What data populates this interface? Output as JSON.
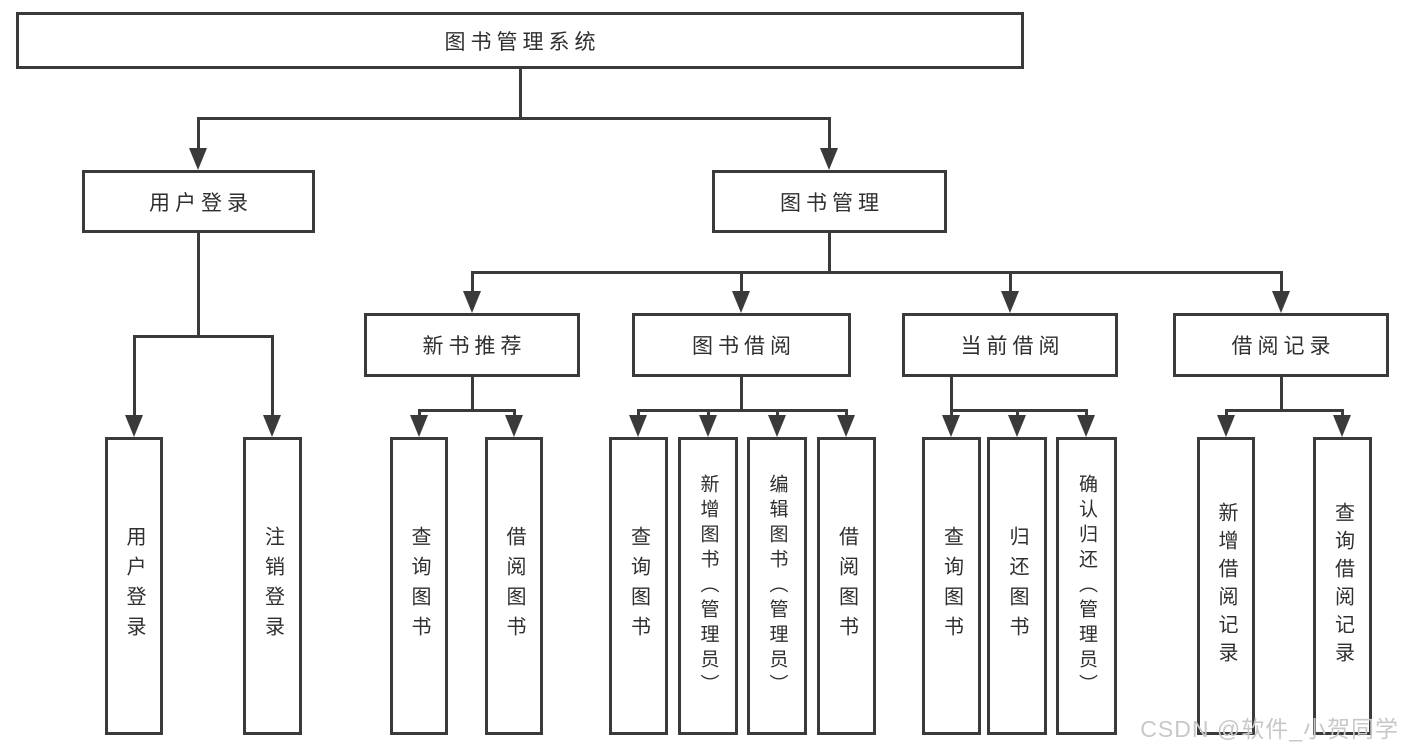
{
  "diagram": {
    "root": {
      "label": "图书管理系统"
    },
    "branches": [
      {
        "label": "用户登录",
        "children": [
          {
            "label": "用户登录"
          },
          {
            "label": "注销登录"
          }
        ]
      },
      {
        "label": "图书管理",
        "children": [
          {
            "label": "新书推荐",
            "children": [
              {
                "label": "查询图书"
              },
              {
                "label": "借阅图书"
              }
            ]
          },
          {
            "label": "图书借阅",
            "children": [
              {
                "label": "查询图书"
              },
              {
                "label": "新增图书（管理员）"
              },
              {
                "label": "编辑图书（管理员）"
              },
              {
                "label": "借阅图书"
              }
            ]
          },
          {
            "label": "当前借阅",
            "children": [
              {
                "label": "查询图书"
              },
              {
                "label": "归还图书"
              },
              {
                "label": "确认归还（管理员）"
              }
            ]
          },
          {
            "label": "借阅记录",
            "children": [
              {
                "label": "新增借阅记录"
              },
              {
                "label": "查询借阅记录"
              }
            ]
          }
        ]
      }
    ]
  },
  "watermark": {
    "text": "CSDN @软件_小贺同学"
  },
  "colors": {
    "line": "#3a3a3a",
    "text": "#2f2f2f",
    "box_bg": "#ffffff",
    "watermark": "#c8c8c8"
  }
}
